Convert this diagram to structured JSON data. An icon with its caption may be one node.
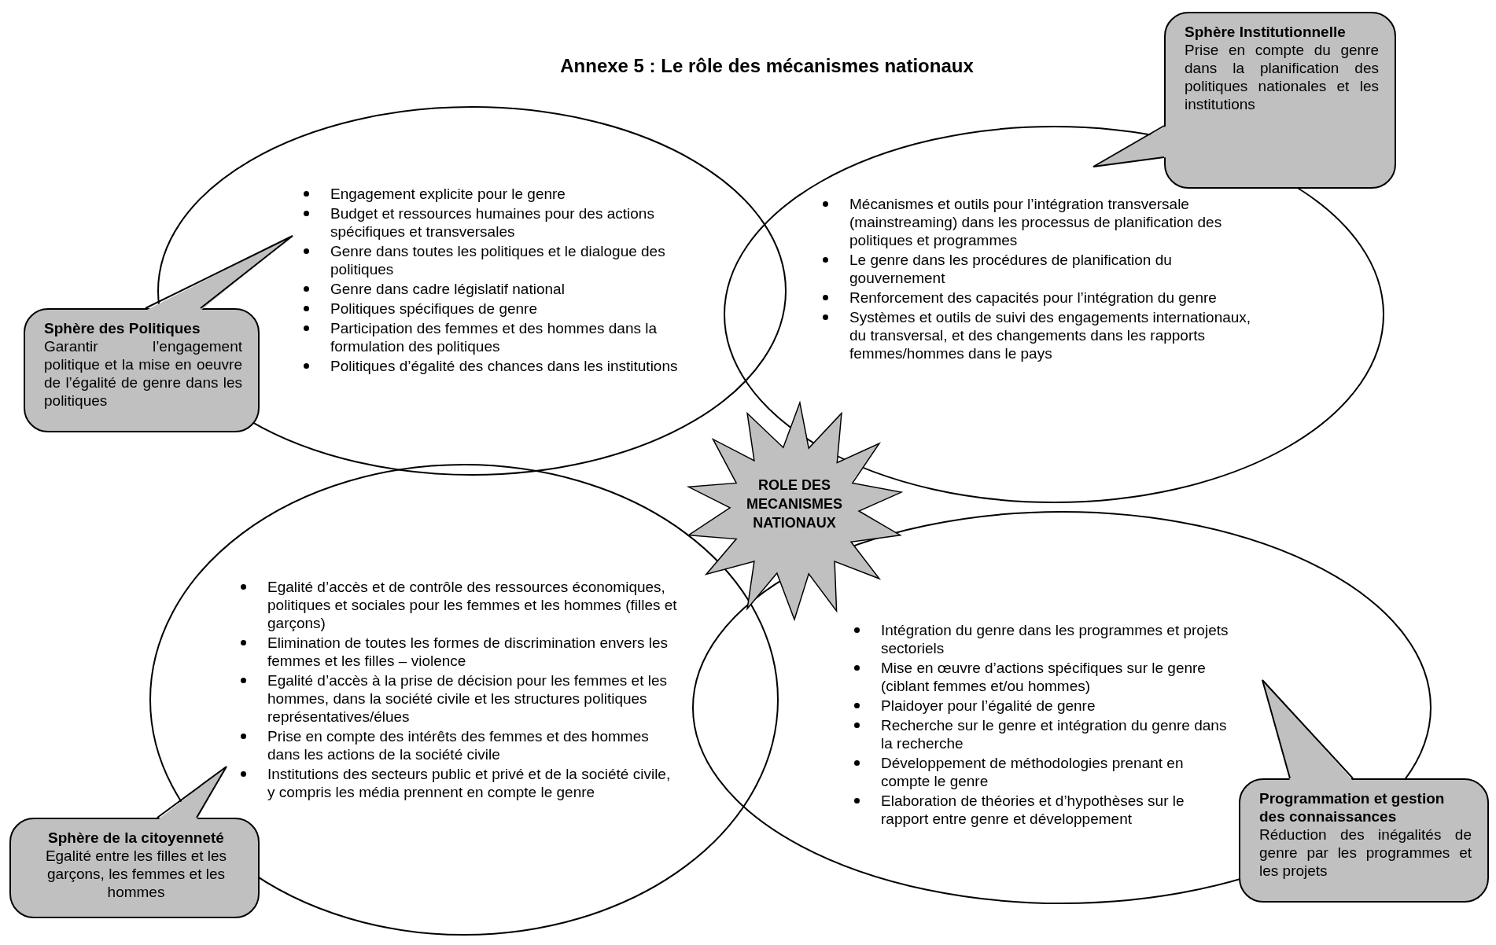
{
  "diagram": {
    "title": "Annexe 5 : Le rôle des mécanismes nationaux",
    "nodes": [
      {
        "text": [
          "Engagement explicite pour le genre",
          "Budget et ressources humaines pour des actions spécifiques et transversales",
          "Genre dans toutes les politiques et le dialogue des politiques",
          "Genre dans cadre législatif national",
          "Politiques spécifiques de genre",
          "Participation des femmes et des hommes dans la formulation des politiques",
          "Politiques d’égalité des chances dans les institutions"
        ]
      },
      {
        "text": [
          "Mécanismes et outils pour l’intégration transversale (mainstreaming) dans les processus de planification des politiques et programmes",
          "Le genre dans les procédures de planification du gouvernement",
          "Renforcement des capacités pour l’intégration du genre",
          "Systèmes et outils de suivi des engagements internationaux, du transversal, et des changements dans les rapports femmes/hommes dans le pays"
        ]
      },
      {
        "text": [
          "Egalité d’accès et de contrôle des ressources économiques, politiques et sociales pour les femmes et les hommes (filles et garçons)",
          "Elimination de toutes les formes de discrimination envers les femmes et les filles – violence",
          "Egalité d’accès à la prise de décision pour les femmes et les hommes, dans la société civile et les structures politiques représentatives/élues",
          "Prise en compte des intérêts des femmes et des hommes dans les actions de la société civile",
          "Institutions des secteurs public et privé et de la société civile, y compris les média prennent en compte le genre"
        ]
      },
      {
        "text": [
          "Intégration du genre dans les programmes et projets sectoriels",
          "Mise en œuvre d’actions spécifiques sur le genre (ciblant femmes et/ou hommes)",
          "Plaidoyer pour l’égalité de genre",
          "Recherche sur le genre et intégration du genre dans la recherche",
          "Développement de méthodologies prenant en compte le genre",
          "Elaboration de théories et d’hypothèses sur le rapport entre genre et développement"
        ]
      },
      {
        "text": [
          "ROLE DES MECANISMES NATIONAUX"
        ]
      },
      {
        "text": [
          "Sphère des Politiques",
          "Garantir l’engagement politique et la mise en oeuvre de l’égalité de genre dans les politiques"
        ]
      },
      {
        "text": [
          "Sphère Institutionnelle",
          "Prise en compte du genre dans la planification des politiques nationales et les institutions"
        ]
      },
      {
        "text": [
          "Sphère de la citoyenneté",
          "Egalité entre les filles et les garçons, les femmes et les hommes"
        ]
      },
      {
        "text": [
          "Programmation et gestion des connaissances",
          "Réduction des inégalités de genre par les programmes et les projets"
        ]
      }
    ]
  }
}
